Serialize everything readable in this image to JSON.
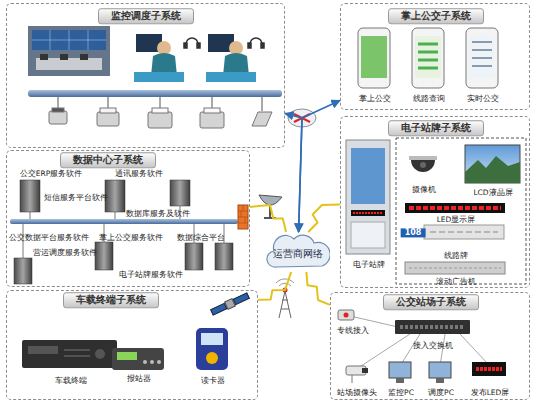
{
  "diagram": {
    "nodes": [
      {
        "text": [
          "监控调度子系统"
        ]
      },
      {
        "text": [
          "数据中心子系统",
          "公交ERP服务软件",
          "通讯服务软件",
          "短信服务平台软件",
          "数据库服务及软件",
          "公交数据平台服务软件",
          "掌上公交服务软件",
          "数据综合平台",
          "营运调度服务软件",
          "电子站牌服务软件"
        ]
      },
      {
        "text": [
          "车载终端子系统",
          "车载终端",
          "报站器",
          "读卡器"
        ]
      },
      {
        "text": [
          "掌上公交子系统",
          "掌上公交",
          "线路查询",
          "实时公交"
        ]
      },
      {
        "text": [
          "电子站牌子系统",
          "摄像机",
          "LCD液晶屏",
          "LED显示屏",
          "108",
          "线路牌",
          "滚动广告机",
          "电子站牌"
        ]
      },
      {
        "text": [
          "公交站场子系统",
          "专线接入",
          "接入交换机",
          "站场摄像头",
          "监控PC",
          "调度PC",
          "发布LED屏"
        ]
      },
      {
        "text": [
          "运营商网络"
        ]
      }
    ],
    "edges": [
      {
        "from": 0,
        "to": 6,
        "arrow": "both"
      },
      {
        "from": 3,
        "to": 6,
        "arrow": "both"
      },
      {
        "from": 6,
        "to": 1,
        "arrow": "none"
      },
      {
        "from": 6,
        "to": 2,
        "arrow": "none"
      },
      {
        "from": 6,
        "to": 4,
        "arrow": "none"
      },
      {
        "from": 6,
        "to": 5,
        "arrow": "none"
      }
    ]
  }
}
